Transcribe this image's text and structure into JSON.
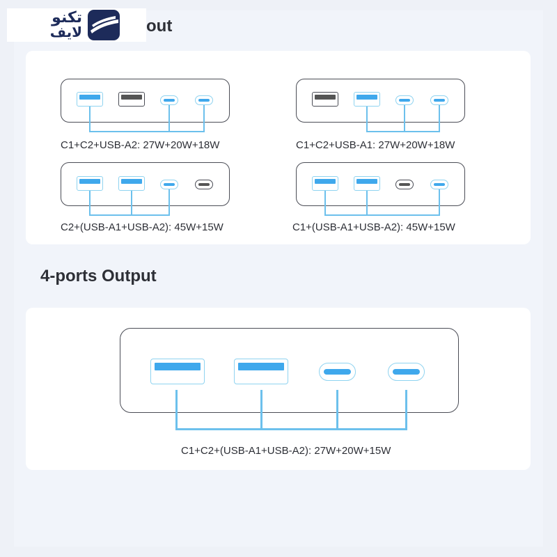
{
  "header": {
    "logo_line1": "تکنو",
    "logo_line2": "لایف",
    "partial_title": "out"
  },
  "section_title": "4-ports Output",
  "configs": [
    {
      "caption": "C1+C2+USB-A2: 27W+20W+18W"
    },
    {
      "caption": "C1+C2+USB-A1: 27W+20W+18W"
    },
    {
      "caption": "C2+(USB-A1+USB-A2): 45W+15W"
    },
    {
      "caption": "C1+(USB-A1+USB-A2): 45W+15W"
    }
  ],
  "four_port": {
    "caption": "C1+C2+(USB-A1+USB-A2): 27W+20W+15W"
  },
  "colors": {
    "active_port": "#3fa8ec",
    "inactive_port": "#555555",
    "wire": "#6cc0ec",
    "logo": "#1d2b5a"
  }
}
